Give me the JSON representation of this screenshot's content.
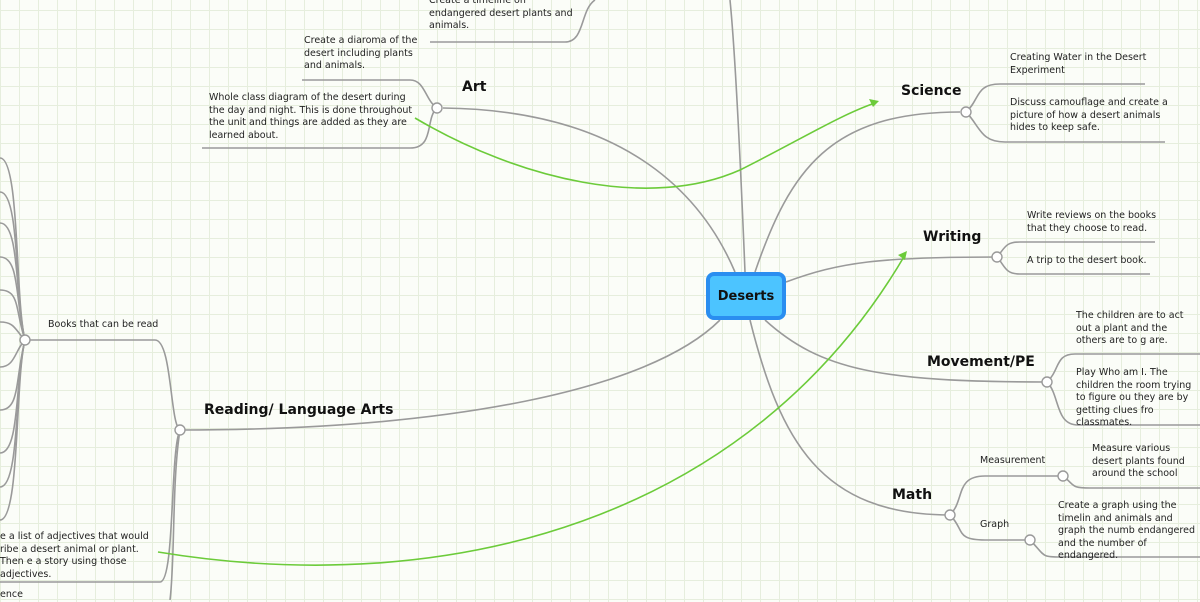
{
  "center": {
    "label": "Deserts",
    "color": "#4cc4ff",
    "border_color": "#2a8ef0"
  },
  "relationship_color": "#6ccb3a",
  "branches": {
    "art": {
      "label": "Art",
      "items": [
        "Create a diaroma of the desert including plants and animals.",
        "Whole class diagram of the desert during the day and night.  This is done throughout the unit and things are added as they are learned about."
      ]
    },
    "top": {
      "items": [
        "Create a timeline on endangered desert plants and animals."
      ]
    },
    "science": {
      "label": "Science",
      "items": [
        "Creating Water in the Desert Experiment",
        "Discuss camouflage and create a picture of how a desert animals hides to keep safe."
      ]
    },
    "writing": {
      "label": "Writing",
      "items": [
        "Write reviews on the books that they choose to read.",
        "A trip to the desert book."
      ]
    },
    "movement": {
      "label": "Movement/PE",
      "items": [
        "The children are to act out a plant and the others are to g are.",
        "Play Who am I.  The children the room trying to figure ou they are by getting clues fro classmates."
      ]
    },
    "math": {
      "label": "Math",
      "subs": [
        {
          "label": "Measurement",
          "item": "Measure various desert plants found around the school"
        },
        {
          "label": "Graph",
          "item": "Create a graph using the timelin and animals and graph the numb endangered and the number of endangered."
        }
      ]
    },
    "reading": {
      "label": "Reading/ Language Arts",
      "books_label": "Books that can be read",
      "items": [
        "e a list of adjectives that would ribe a desert animal or plant.  Then e a story using those adjectives.",
        "ence"
      ]
    }
  }
}
